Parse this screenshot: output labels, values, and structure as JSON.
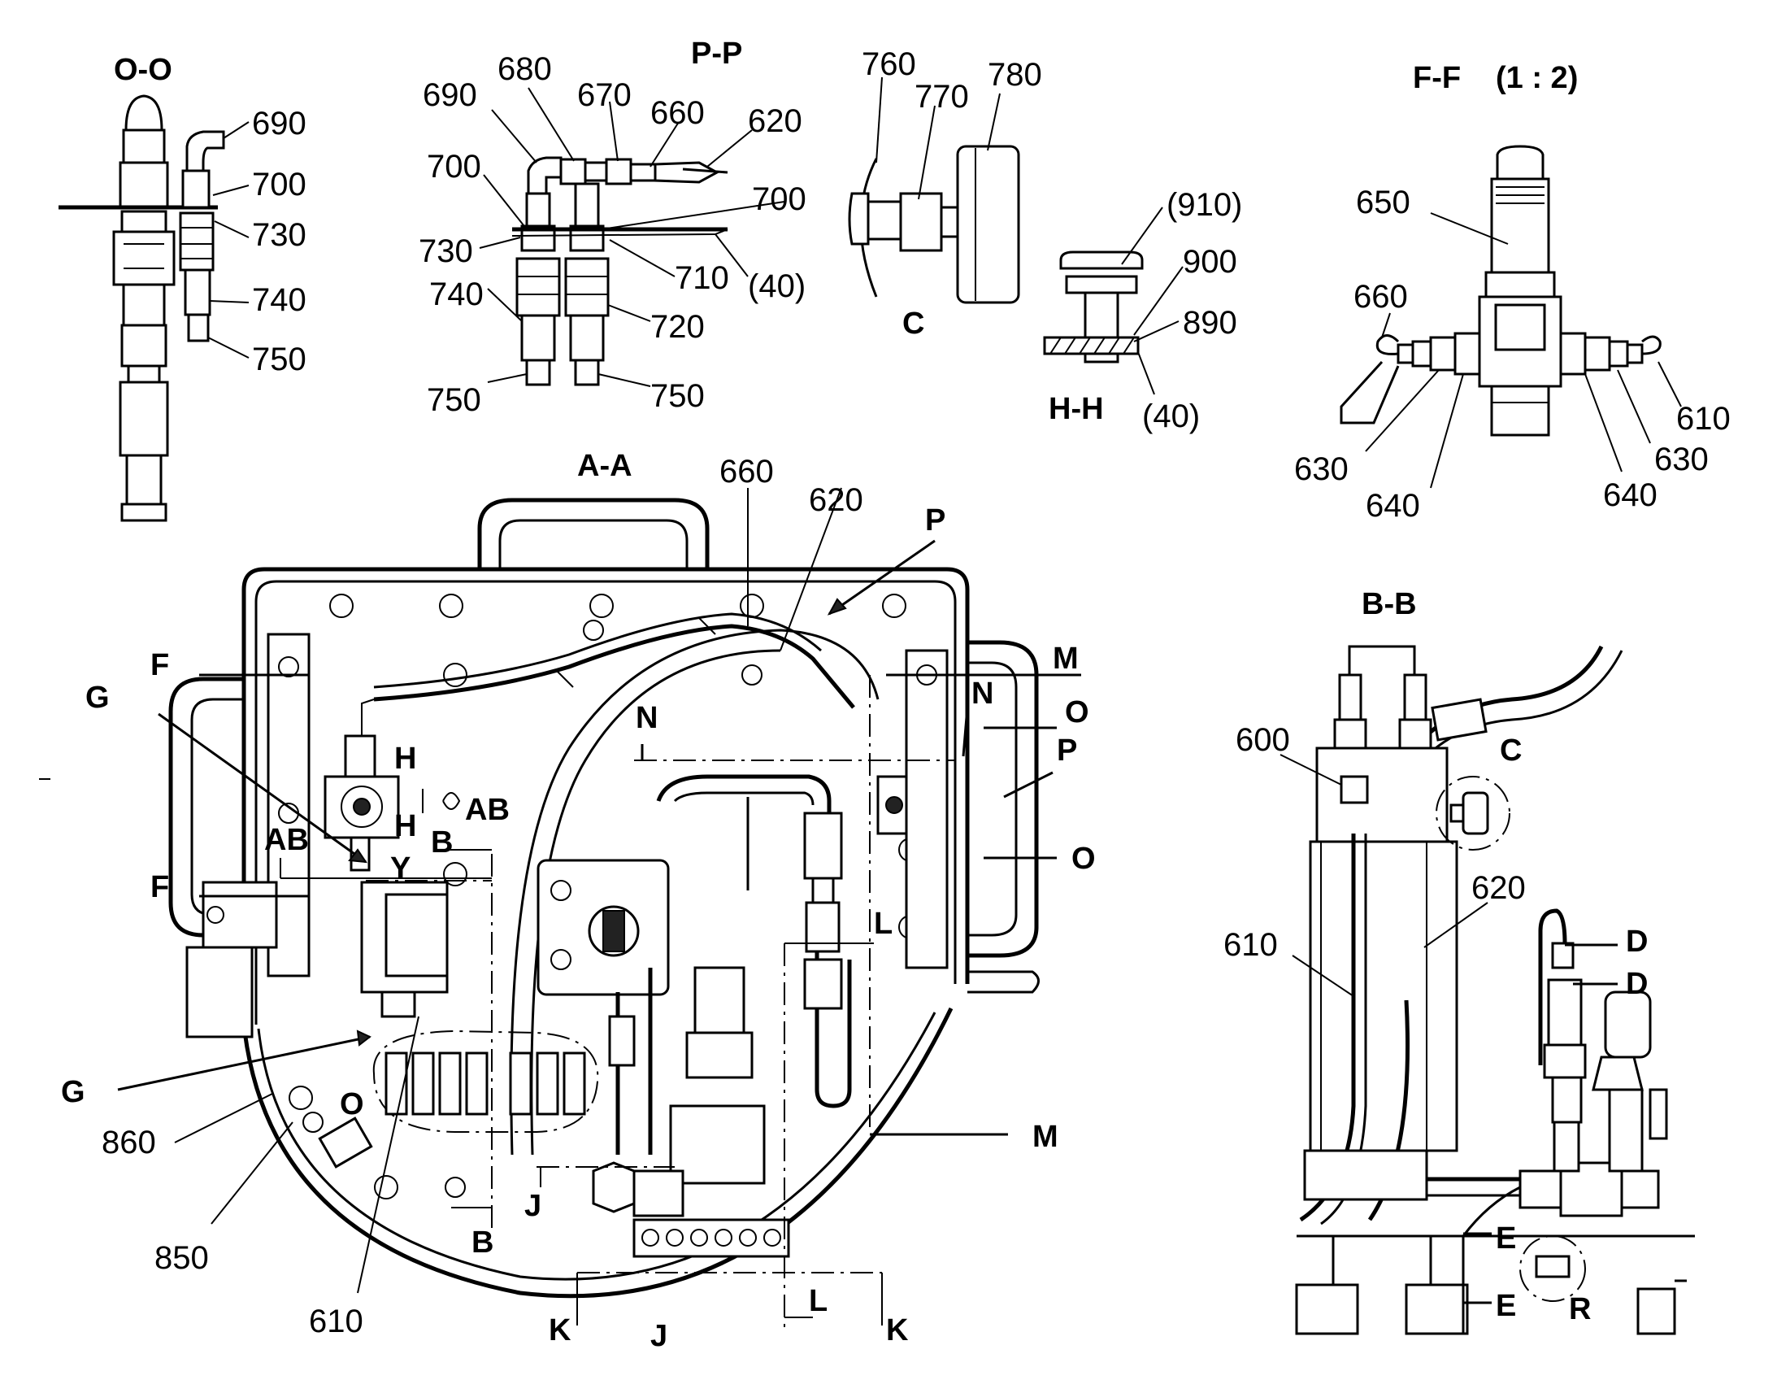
{
  "views": {
    "oo": "O-O",
    "pp": "P-P",
    "ff": "F-F",
    "ff_scale": "(1 : 2)",
    "aa": "A-A",
    "bb": "B-B",
    "hh": "H-H",
    "c": "C"
  },
  "callouts": {
    "oo_690": "690",
    "oo_700": "700",
    "oo_730": "730",
    "oo_740": "740",
    "oo_750": "750",
    "pp_690": "690",
    "pp_680": "680",
    "pp_670": "670",
    "pp_660": "660",
    "pp_620": "620",
    "pp_700a": "700",
    "pp_700b": "700",
    "pp_730": "730",
    "pp_710": "710",
    "pp_40": "(40)",
    "pp_740": "740",
    "pp_720": "720",
    "pp_750a": "750",
    "pp_750b": "750",
    "c_760": "760",
    "c_770": "770",
    "c_780": "780",
    "hh_910": "(910)",
    "hh_900": "900",
    "hh_890": "890",
    "hh_40": "(40)",
    "ff_650": "650",
    "ff_660": "660",
    "ff_610": "610",
    "ff_630a": "630",
    "ff_630b": "630",
    "ff_640a": "640",
    "ff_640b": "640",
    "aa_660": "660",
    "aa_620": "620",
    "aa_860": "860",
    "aa_850": "850",
    "aa_610": "610",
    "bb_600": "600",
    "bb_610": "610",
    "bb_620": "620"
  },
  "section_marks": {
    "P_top": "P",
    "M_top": "M",
    "N_right": "N",
    "O_right": "O",
    "P_right": "P",
    "O_right2": "O",
    "N_mid": "N",
    "F_top": "F",
    "F_bot": "F",
    "G_top": "G",
    "G_bot": "G",
    "H_top": "H",
    "H_bot": "H",
    "AB_left": "AB",
    "AB_mid": "AB",
    "B_mid": "B",
    "Y": "Y",
    "O_low": "O",
    "L_mid": "L",
    "M_bot": "M",
    "J_low": "J",
    "B_bot": "B",
    "K_left": "K",
    "J_bot": "J",
    "L_bot": "L",
    "K_right": "K",
    "C_bb": "C",
    "D_top": "D",
    "D_bot": "D",
    "E_top": "E",
    "E_bot": "E",
    "R": "R"
  }
}
